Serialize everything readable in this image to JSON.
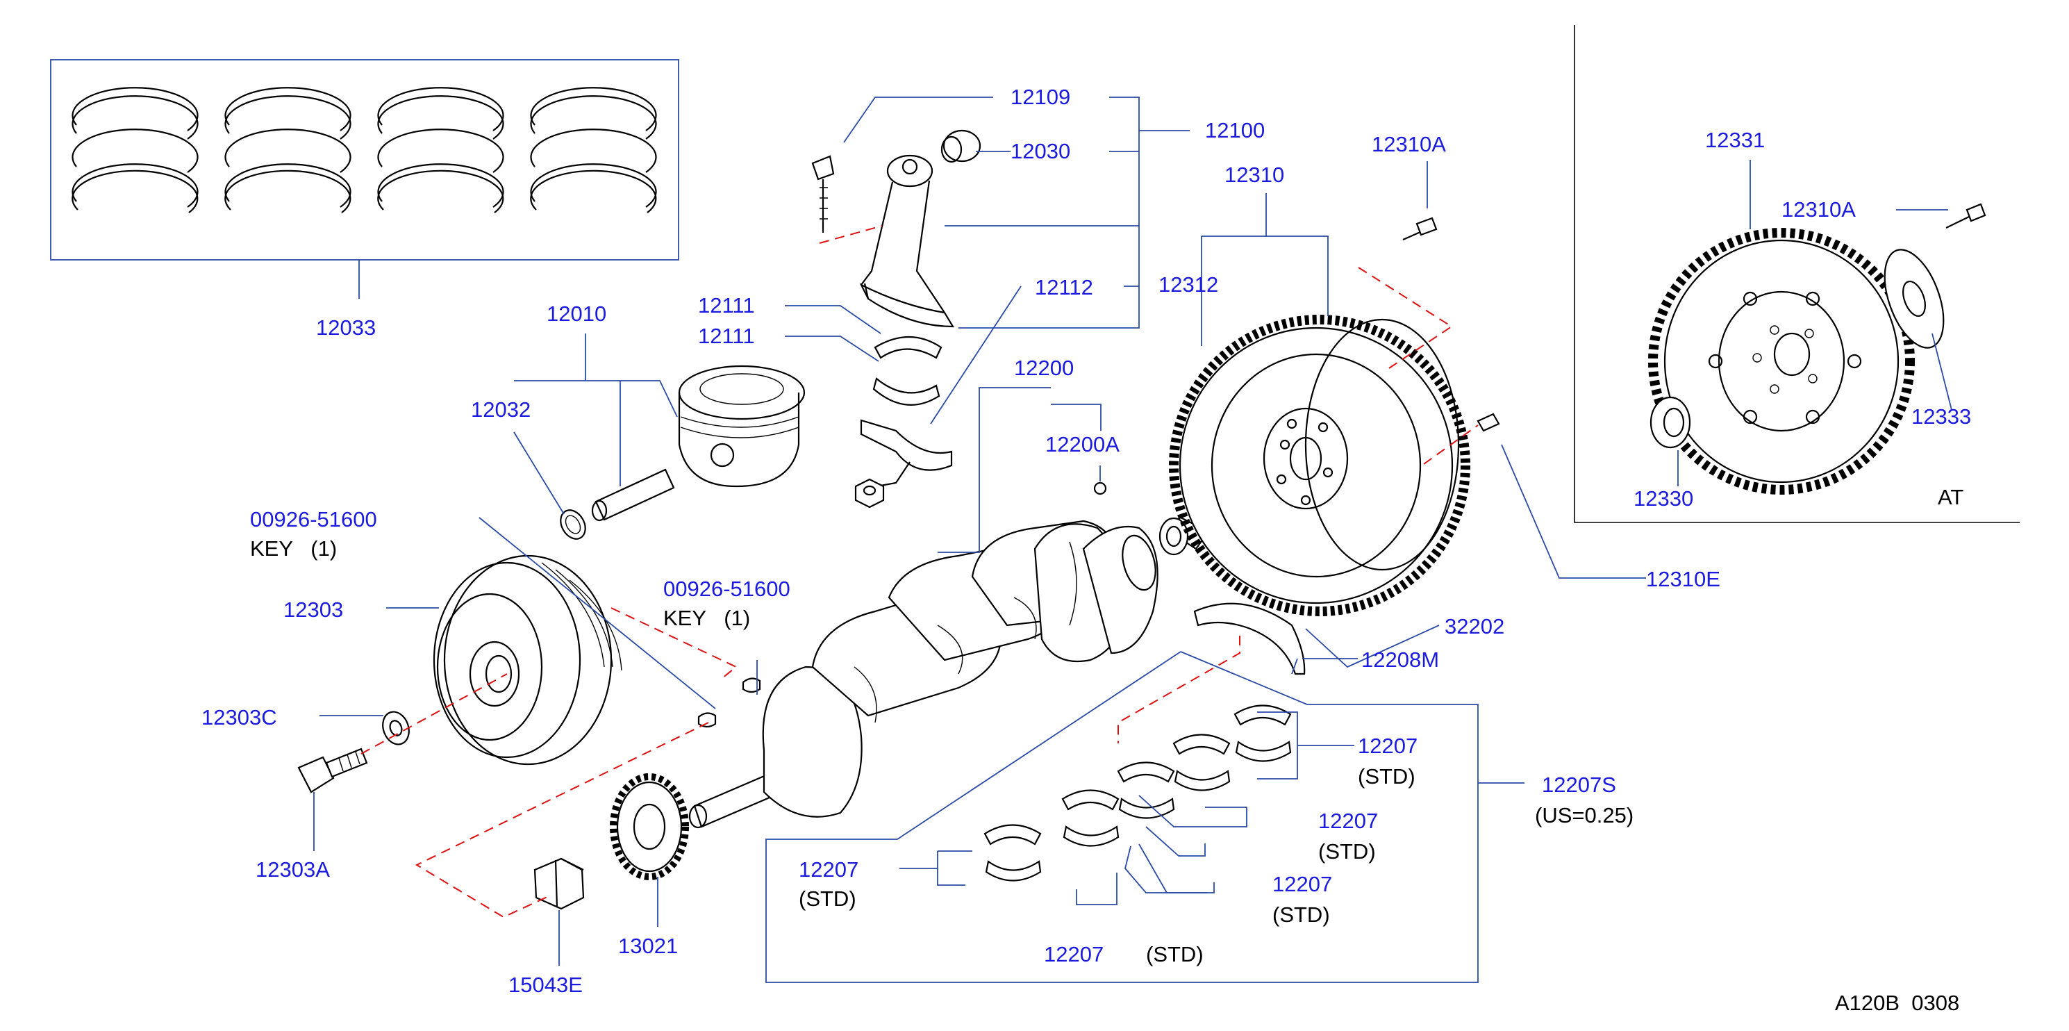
{
  "labels": {
    "l12109": "12109",
    "l12030": "12030",
    "l12100": "12100",
    "l12111a": "12111",
    "l12111b": "12111",
    "l12112": "12112",
    "l12033": "12033",
    "l12010": "12010",
    "l12032": "12032",
    "l12200": "12200",
    "l12200A": "12200A",
    "l12310A": "12310A",
    "l12310": "12310",
    "l12312": "12312",
    "l12331": "12331",
    "l12310A_at": "12310A",
    "l12333": "12333",
    "l12330": "12330",
    "l12310E": "12310E",
    "lkey1_num": "00926-51600",
    "lkey2_num": "00926-51600",
    "l12303": "12303",
    "l12303C": "12303C",
    "l12303A": "12303A",
    "l32202": "32202",
    "l12208M": "12208M",
    "l12207a": "12207",
    "l12207b": "12207",
    "l12207c": "12207",
    "l12207d": "12207",
    "l12207e": "12207",
    "l12207S": "12207S",
    "l13021": "13021",
    "l15043E": "15043E"
  },
  "notes": {
    "key1": "KEY   (1)",
    "key2": "KEY   (1)",
    "std_a": "(STD)",
    "std_b": "(STD)",
    "std_c": "(STD)",
    "std_d": "(STD)",
    "std_e": "(STD)",
    "us025": "(US=0.25)",
    "at": "AT",
    "code": "A120B  0308"
  },
  "colors": {
    "part_label": "#1a1ae0",
    "leader": "#2a4aa8",
    "drawing": "#000000",
    "dashed_guide": "#e01010"
  }
}
